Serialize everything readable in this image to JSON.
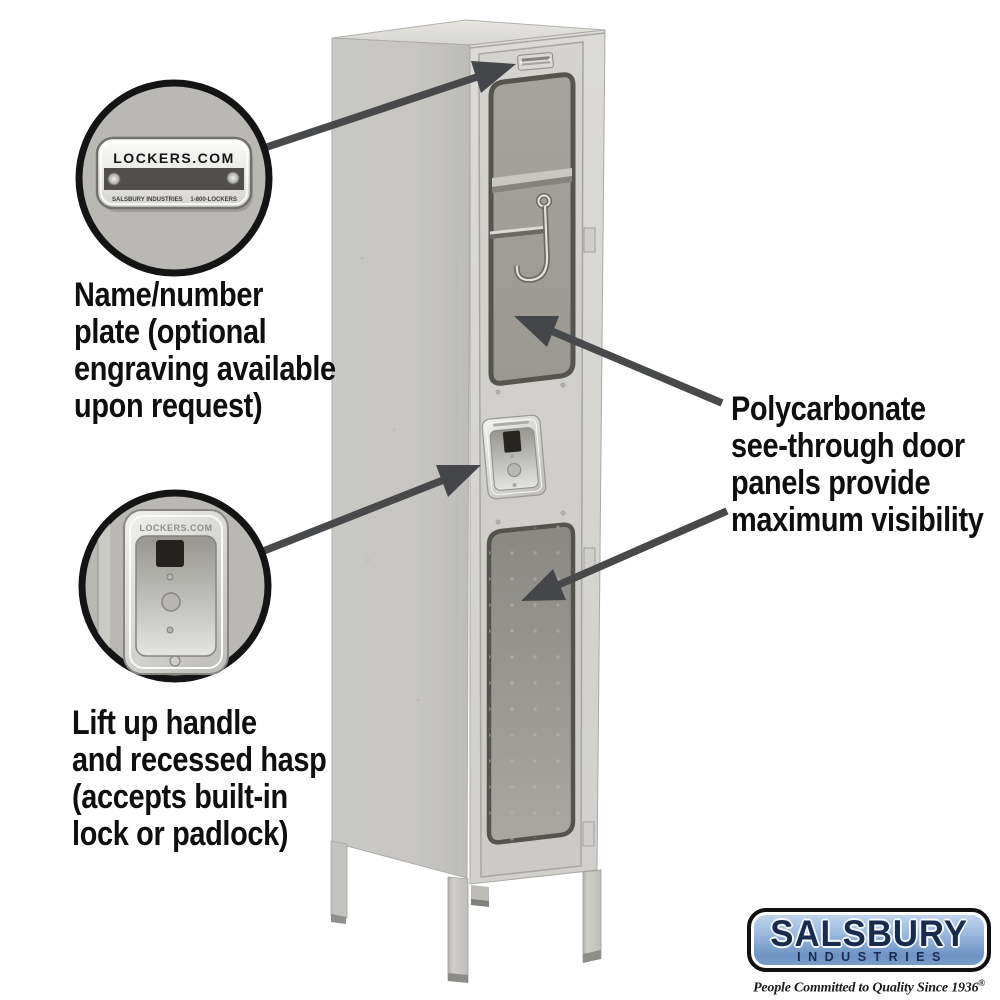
{
  "colors": {
    "background": "#ffffff",
    "caption_text": "#0f0f0f",
    "arrow_gray": "#48494b",
    "locker_body_gray": "#cbcac6",
    "window_interior_gray": "#9d9a94",
    "callout_fill_gray": "#b9b8b5",
    "logo_blue_light": "#c5d8ee",
    "logo_blue_dark": "#6d93c3",
    "logo_navy": "#182c50"
  },
  "callout_nameplate": {
    "caption_lines": [
      "Name/number",
      "plate (optional",
      "engraving available",
      "upon request)"
    ],
    "plate_title": "LOCKERS.COM",
    "plate_footer_left": "SALSBURY INDUSTRIES",
    "plate_footer_right": "1-800-LOCKERS"
  },
  "callout_handle": {
    "caption_lines": [
      "Lift up handle",
      "and recessed hasp",
      "(accepts built-in",
      "lock or padlock)"
    ],
    "embossed_text": "LOCKERS.COM"
  },
  "annotation_door_panels": {
    "lines": [
      "Polycarbonate",
      "see-through door",
      "panels provide",
      "maximum visibility"
    ]
  },
  "logo": {
    "brand": "SALSBURY",
    "division": "INDUSTRIES",
    "tagline": "People Committed to Quality Since 1936",
    "registered_mark": "®"
  }
}
